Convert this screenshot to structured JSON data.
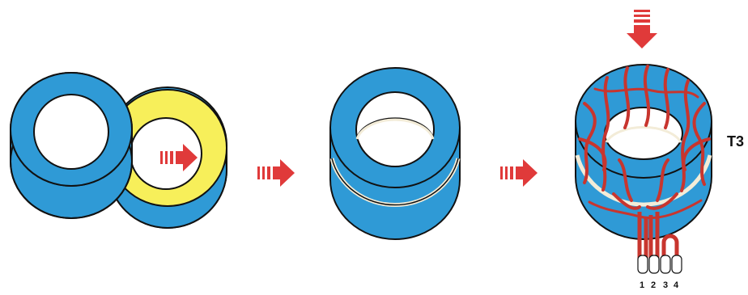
{
  "colors": {
    "core_blue": "#2f9ad6",
    "core_yellow": "#f7ef5a",
    "insulation": "#f3ecd8",
    "wire": "#c8352e",
    "arrow": "#e03a3a",
    "outline": "#111111"
  },
  "steps": [
    {
      "id": "step-1",
      "description_icon": "stacking-cores"
    },
    {
      "id": "step-2",
      "description_icon": "stacked-cores"
    },
    {
      "id": "step-3",
      "description_icon": "wound-toroid"
    }
  ],
  "labels": {
    "transformer": "T3",
    "pins": [
      "1",
      "2",
      "3",
      "4"
    ]
  }
}
